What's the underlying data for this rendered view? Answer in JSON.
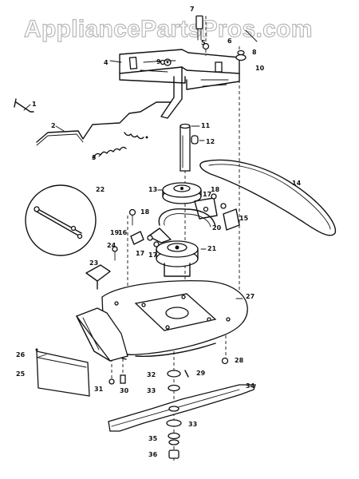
{
  "watermark": "AppliancePartsPros.com",
  "part_numbers": [
    "1",
    "2",
    "3",
    "4",
    "5",
    "6",
    "7",
    "8",
    "9",
    "10",
    "11",
    "12",
    "13",
    "14",
    "15",
    "16",
    "17",
    "17",
    "17",
    "18",
    "18",
    "19",
    "20",
    "21",
    "22",
    "23",
    "24",
    "25",
    "26",
    "27",
    "28",
    "29",
    "30",
    "31",
    "32",
    "33",
    "33",
    "34",
    "35",
    "36"
  ]
}
